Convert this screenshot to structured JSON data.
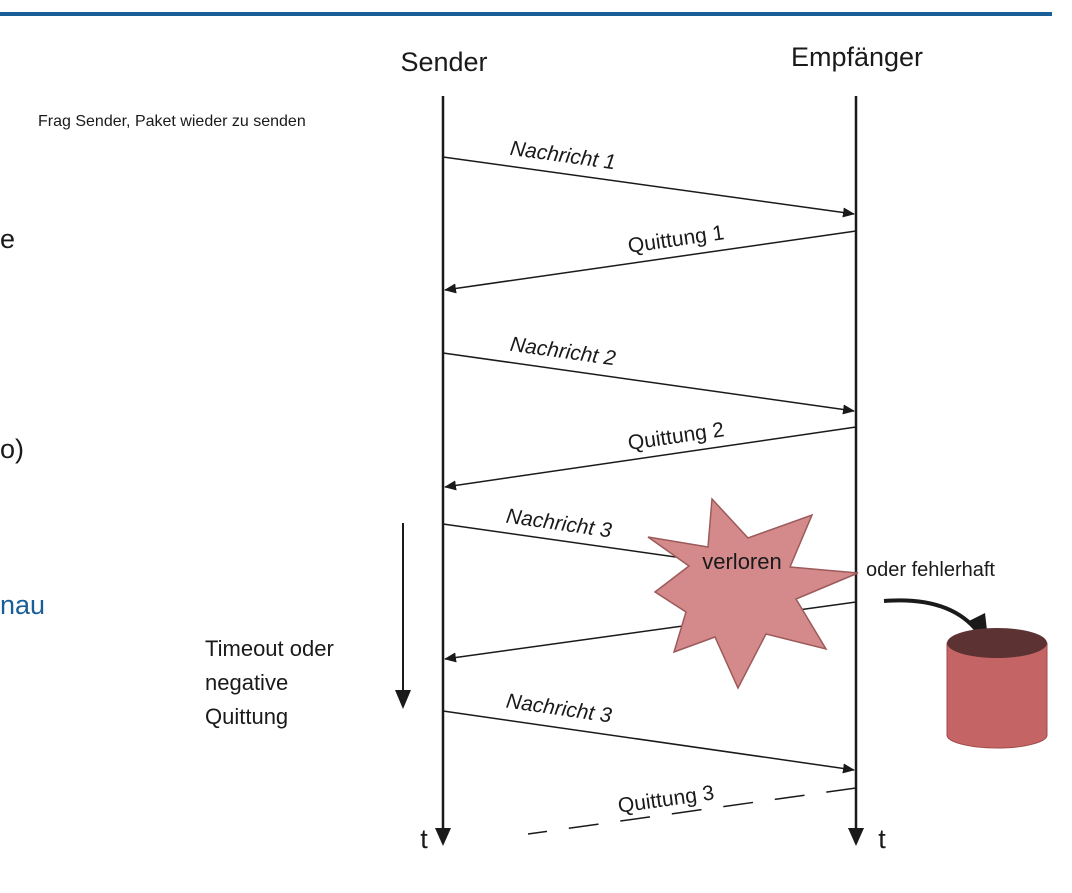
{
  "colors": {
    "rule": "#1a5e98",
    "accent_text": "#1a5e98",
    "body_text": "#1a1a1a",
    "line": "#1a1a1a",
    "burst_fill": "#d48a8a",
    "burst_stroke": "#9c5a5a",
    "bin_fill": "#c46464",
    "bin_top": "#5c3232",
    "bin_stroke": "#a04848"
  },
  "slide_fragments": {
    "line1": "e",
    "line2": "o)",
    "line3": "nau"
  },
  "diagram": {
    "lifelines": {
      "sender": "Sender",
      "receiver": "Empfänger",
      "time_left": "t",
      "time_right": "t"
    },
    "note": "Frag Sender, Paket wieder zu senden",
    "messages": [
      {
        "label": "Nachricht 1",
        "direction": "to_receiver",
        "style": "solid"
      },
      {
        "label": "Quittung 1",
        "direction": "to_sender",
        "style": "solid"
      },
      {
        "label": "Nachricht 2",
        "direction": "to_receiver",
        "style": "solid"
      },
      {
        "label": "Quittung 2",
        "direction": "to_sender",
        "style": "solid"
      },
      {
        "label": "Nachricht 3",
        "direction": "to_receiver",
        "style": "solid",
        "outcome": "lost"
      },
      {
        "label": "",
        "direction": "to_sender",
        "style": "solid"
      },
      {
        "label": "Nachricht 3",
        "direction": "to_receiver",
        "style": "solid"
      },
      {
        "label": "Quittung 3",
        "direction": "to_sender",
        "style": "dashed"
      }
    ],
    "lost_label": "verloren",
    "faulty_label": "oder fehlerhaft",
    "timeout_label": [
      "Timeout oder",
      "negative",
      "Quittung"
    ]
  }
}
